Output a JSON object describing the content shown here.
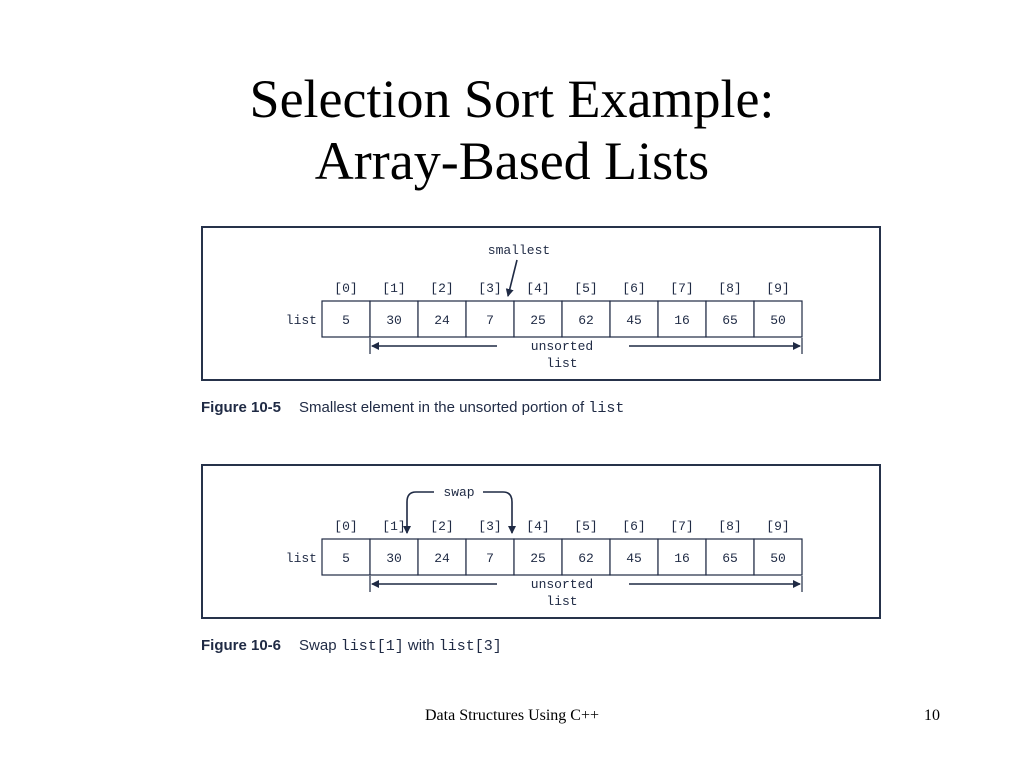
{
  "slide": {
    "title_line1": "Selection Sort Example:",
    "title_line2": "Array-Based Lists",
    "footer": "Data Structures Using C++",
    "page_number": "10"
  },
  "figures": [
    {
      "array_label": "list",
      "indices": [
        "[0]",
        "[1]",
        "[2]",
        "[3]",
        "[4]",
        "[5]",
        "[6]",
        "[7]",
        "[8]",
        "[9]"
      ],
      "values": [
        "5",
        "30",
        "24",
        "7",
        "25",
        "62",
        "45",
        "16",
        "65",
        "50"
      ],
      "annotation": "smallest",
      "unsorted_label_line1": "unsorted",
      "unsorted_label_line2": "list",
      "caption_label": "Figure 10-5",
      "caption_text": "Smallest element in the unsorted portion of ",
      "caption_code": "list"
    },
    {
      "array_label": "list",
      "indices": [
        "[0]",
        "[1]",
        "[2]",
        "[3]",
        "[4]",
        "[5]",
        "[6]",
        "[7]",
        "[8]",
        "[9]"
      ],
      "values": [
        "5",
        "30",
        "24",
        "7",
        "25",
        "62",
        "45",
        "16",
        "65",
        "50"
      ],
      "annotation": "swap",
      "unsorted_label_line1": "unsorted",
      "unsorted_label_line2": "list",
      "caption_label": "Figure 10-6",
      "caption_text_1": "Swap ",
      "caption_code_1": "list[1]",
      "caption_text_2": " with ",
      "caption_code_2": "list[3]"
    }
  ],
  "colors": {
    "ink": "#1f2a44",
    "border": "#26324a"
  }
}
